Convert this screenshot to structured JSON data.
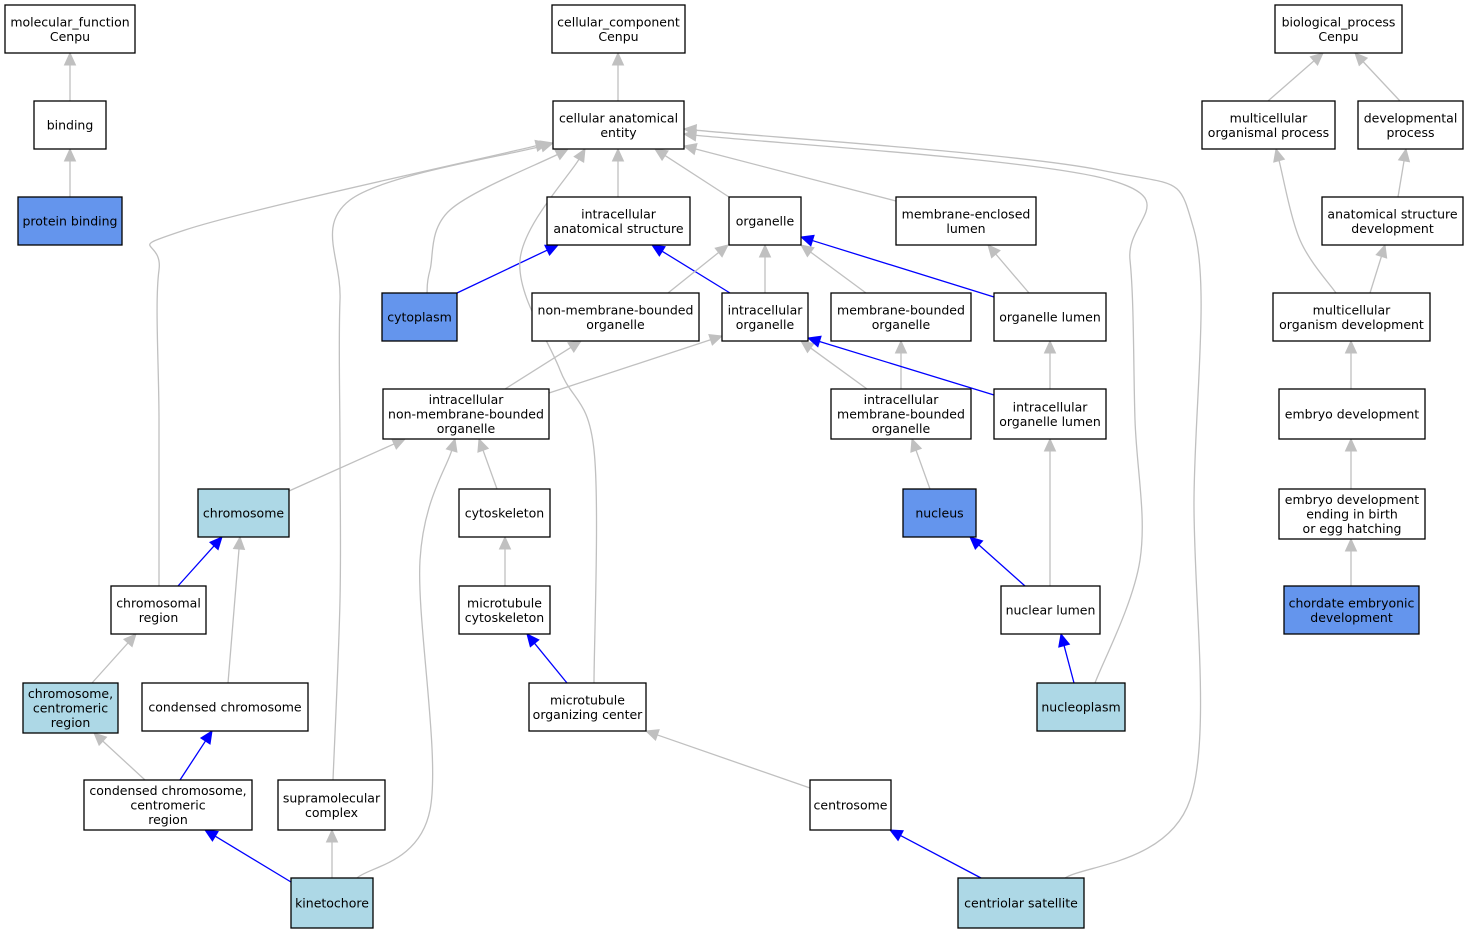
{
  "colors": {
    "default_fill": "#ffffff",
    "annotated_fill": "#6495ed",
    "inferred_fill": "#add8e6",
    "is_a_edge": "#c0c0c0",
    "part_of_edge": "#0000ff"
  },
  "nodes": [
    {
      "id": "mf",
      "lines": [
        "molecular_function",
        "Cenpu"
      ],
      "style": "default"
    },
    {
      "id": "binding",
      "lines": [
        "binding"
      ],
      "style": "default"
    },
    {
      "id": "protbind",
      "lines": [
        "protein binding"
      ],
      "style": "annotated"
    },
    {
      "id": "cc",
      "lines": [
        "cellular_component",
        "Cenpu"
      ],
      "style": "default"
    },
    {
      "id": "cae",
      "lines": [
        "cellular anatomical",
        "entity"
      ],
      "style": "default"
    },
    {
      "id": "ias",
      "lines": [
        "intracellular",
        "anatomical structure"
      ],
      "style": "default"
    },
    {
      "id": "organelle",
      "lines": [
        "organelle"
      ],
      "style": "default"
    },
    {
      "id": "mel",
      "lines": [
        "membrane-enclosed",
        "lumen"
      ],
      "style": "default"
    },
    {
      "id": "cytoplasm",
      "lines": [
        "cytoplasm"
      ],
      "style": "annotated"
    },
    {
      "id": "nmbo",
      "lines": [
        "non-membrane-bounded",
        "organelle"
      ],
      "style": "default"
    },
    {
      "id": "io",
      "lines": [
        "intracellular",
        "organelle"
      ],
      "style": "default"
    },
    {
      "id": "mbo",
      "lines": [
        "membrane-bounded",
        "organelle"
      ],
      "style": "default"
    },
    {
      "id": "olumen",
      "lines": [
        "organelle lumen"
      ],
      "style": "default"
    },
    {
      "id": "inmbo",
      "lines": [
        "intracellular",
        "non-membrane-bounded",
        "organelle"
      ],
      "style": "default"
    },
    {
      "id": "imbo",
      "lines": [
        "intracellular",
        "membrane-bounded",
        "organelle"
      ],
      "style": "default"
    },
    {
      "id": "iol",
      "lines": [
        "intracellular",
        "organelle lumen"
      ],
      "style": "default"
    },
    {
      "id": "chromosome",
      "lines": [
        "chromosome"
      ],
      "style": "inferred"
    },
    {
      "id": "cytoskeleton",
      "lines": [
        "cytoskeleton"
      ],
      "style": "default"
    },
    {
      "id": "nucleus",
      "lines": [
        "nucleus"
      ],
      "style": "annotated"
    },
    {
      "id": "chromreg",
      "lines": [
        "chromosomal",
        "region"
      ],
      "style": "default"
    },
    {
      "id": "mtcyto",
      "lines": [
        "microtubule",
        "cytoskeleton"
      ],
      "style": "default"
    },
    {
      "id": "nlumen",
      "lines": [
        "nuclear lumen"
      ],
      "style": "default"
    },
    {
      "id": "chromcen",
      "lines": [
        "chromosome,",
        "centromeric",
        "region"
      ],
      "style": "inferred"
    },
    {
      "id": "condchrom",
      "lines": [
        "condensed chromosome"
      ],
      "style": "default"
    },
    {
      "id": "mtoc",
      "lines": [
        "microtubule",
        "organizing center"
      ],
      "style": "default"
    },
    {
      "id": "nucleoplasm",
      "lines": [
        "nucleoplasm"
      ],
      "style": "inferred"
    },
    {
      "id": "ccr",
      "lines": [
        "condensed chromosome,",
        "centromeric",
        "region"
      ],
      "style": "default"
    },
    {
      "id": "supra",
      "lines": [
        "supramolecular",
        "complex"
      ],
      "style": "default"
    },
    {
      "id": "centrosome",
      "lines": [
        "centrosome"
      ],
      "style": "default"
    },
    {
      "id": "kinetochore",
      "lines": [
        "kinetochore"
      ],
      "style": "inferred"
    },
    {
      "id": "centsat",
      "lines": [
        "centriolar satellite"
      ],
      "style": "inferred"
    },
    {
      "id": "bp",
      "lines": [
        "biological_process",
        "Cenpu"
      ],
      "style": "default"
    },
    {
      "id": "mop",
      "lines": [
        "multicellular",
        "organismal process"
      ],
      "style": "default"
    },
    {
      "id": "devp",
      "lines": [
        "developmental",
        "process"
      ],
      "style": "default"
    },
    {
      "id": "asd",
      "lines": [
        "anatomical structure",
        "development"
      ],
      "style": "default"
    },
    {
      "id": "mod",
      "lines": [
        "multicellular",
        "organism development"
      ],
      "style": "default"
    },
    {
      "id": "embdev",
      "lines": [
        "embryo development"
      ],
      "style": "default"
    },
    {
      "id": "embbirth",
      "lines": [
        "embryo development",
        "ending in birth",
        "or egg hatching"
      ],
      "style": "default"
    },
    {
      "id": "chordate",
      "lines": [
        "chordate embryonic",
        "development"
      ],
      "style": "annotated"
    }
  ],
  "edges": [
    {
      "from": "binding",
      "to": "mf",
      "rel": "is_a"
    },
    {
      "from": "protbind",
      "to": "binding",
      "rel": "is_a"
    },
    {
      "from": "cae",
      "to": "cc",
      "rel": "is_a"
    },
    {
      "from": "ias",
      "to": "cae",
      "rel": "is_a"
    },
    {
      "from": "organelle",
      "to": "cae",
      "rel": "is_a"
    },
    {
      "from": "mel",
      "to": "cae",
      "rel": "is_a"
    },
    {
      "from": "cytoplasm",
      "to": "cae",
      "rel": "is_a"
    },
    {
      "from": "cytoplasm",
      "to": "ias",
      "rel": "part_of"
    },
    {
      "from": "io",
      "to": "ias",
      "rel": "part_of"
    },
    {
      "from": "io",
      "to": "organelle",
      "rel": "is_a"
    },
    {
      "from": "nmbo",
      "to": "organelle",
      "rel": "is_a"
    },
    {
      "from": "mbo",
      "to": "organelle",
      "rel": "is_a"
    },
    {
      "from": "olumen",
      "to": "organelle",
      "rel": "part_of"
    },
    {
      "from": "olumen",
      "to": "mel",
      "rel": "is_a"
    },
    {
      "from": "inmbo",
      "to": "nmbo",
      "rel": "is_a"
    },
    {
      "from": "inmbo",
      "to": "io",
      "rel": "is_a"
    },
    {
      "from": "imbo",
      "to": "io",
      "rel": "is_a"
    },
    {
      "from": "imbo",
      "to": "mbo",
      "rel": "is_a"
    },
    {
      "from": "iol",
      "to": "io",
      "rel": "part_of"
    },
    {
      "from": "iol",
      "to": "olumen",
      "rel": "is_a"
    },
    {
      "from": "chromosome",
      "to": "inmbo",
      "rel": "is_a"
    },
    {
      "from": "cytoskeleton",
      "to": "inmbo",
      "rel": "is_a"
    },
    {
      "from": "nucleus",
      "to": "imbo",
      "rel": "is_a"
    },
    {
      "from": "chromreg",
      "to": "chromosome",
      "rel": "part_of"
    },
    {
      "from": "chromreg",
      "to": "cae",
      "rel": "is_a"
    },
    {
      "from": "mtcyto",
      "to": "cytoskeleton",
      "rel": "is_a"
    },
    {
      "from": "nlumen",
      "to": "nucleus",
      "rel": "part_of"
    },
    {
      "from": "nlumen",
      "to": "iol",
      "rel": "is_a"
    },
    {
      "from": "chromcen",
      "to": "chromreg",
      "rel": "is_a"
    },
    {
      "from": "condchrom",
      "to": "chromosome",
      "rel": "is_a"
    },
    {
      "from": "mtoc",
      "to": "mtcyto",
      "rel": "part_of"
    },
    {
      "from": "mtoc",
      "to": "cae",
      "rel": "is_a"
    },
    {
      "from": "nucleoplasm",
      "to": "nlumen",
      "rel": "part_of"
    },
    {
      "from": "nucleoplasm",
      "to": "cae",
      "rel": "is_a"
    },
    {
      "from": "ccr",
      "to": "chromcen",
      "rel": "is_a"
    },
    {
      "from": "ccr",
      "to": "condchrom",
      "rel": "part_of"
    },
    {
      "from": "supra",
      "to": "cae",
      "rel": "is_a"
    },
    {
      "from": "centrosome",
      "to": "mtoc",
      "rel": "is_a"
    },
    {
      "from": "kinetochore",
      "to": "ccr",
      "rel": "part_of"
    },
    {
      "from": "kinetochore",
      "to": "supra",
      "rel": "is_a"
    },
    {
      "from": "kinetochore",
      "to": "inmbo",
      "rel": "is_a"
    },
    {
      "from": "centsat",
      "to": "centrosome",
      "rel": "part_of"
    },
    {
      "from": "centsat",
      "to": "cae",
      "rel": "is_a"
    },
    {
      "from": "mop",
      "to": "bp",
      "rel": "is_a"
    },
    {
      "from": "devp",
      "to": "bp",
      "rel": "is_a"
    },
    {
      "from": "asd",
      "to": "devp",
      "rel": "is_a"
    },
    {
      "from": "mod",
      "to": "mop",
      "rel": "is_a"
    },
    {
      "from": "mod",
      "to": "asd",
      "rel": "is_a"
    },
    {
      "from": "embdev",
      "to": "mod",
      "rel": "is_a"
    },
    {
      "from": "embbirth",
      "to": "embdev",
      "rel": "is_a"
    },
    {
      "from": "chordate",
      "to": "embbirth",
      "rel": "is_a"
    }
  ]
}
